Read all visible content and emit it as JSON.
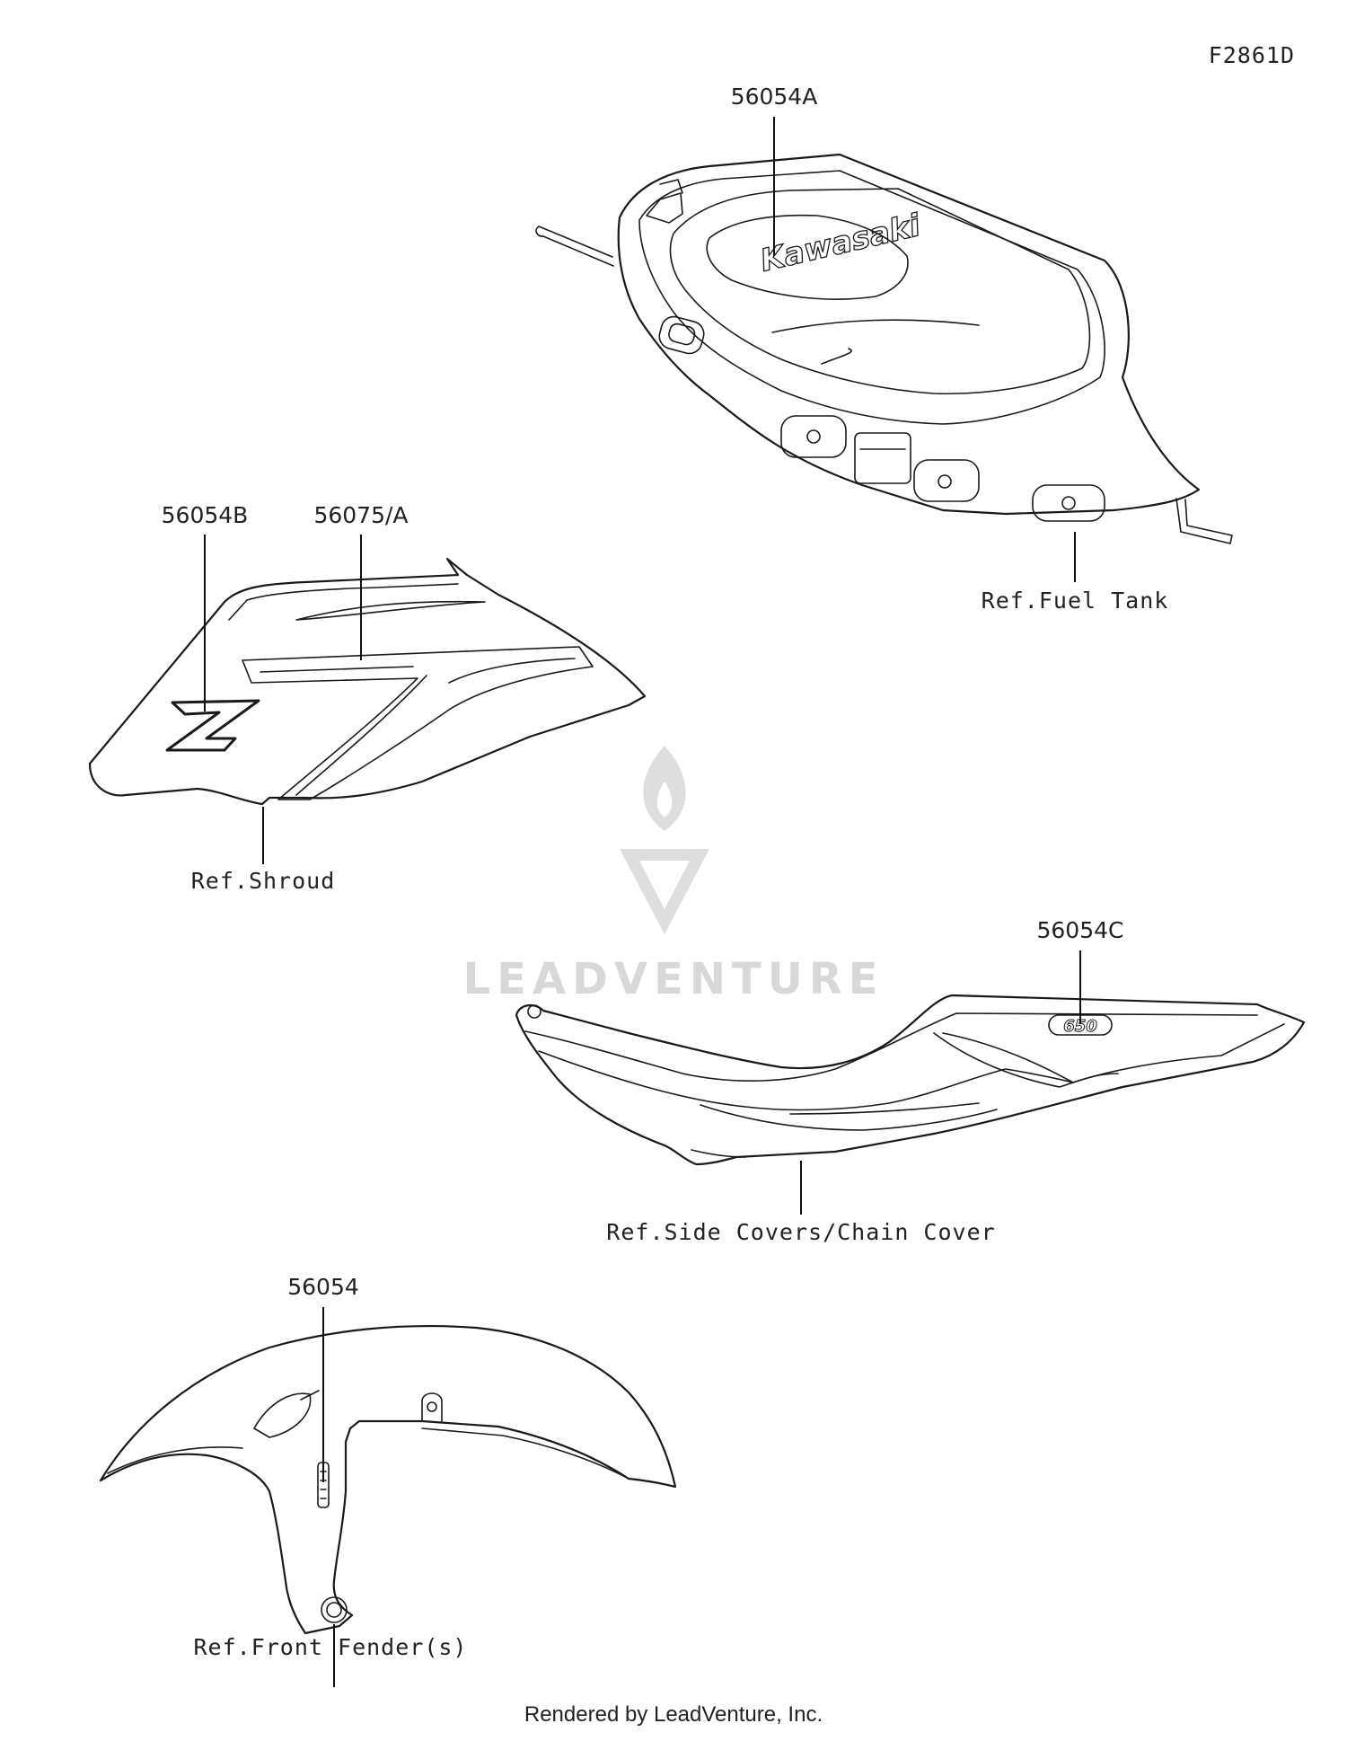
{
  "figure_id": "F2861D",
  "callouts": {
    "tank_decal": "56054A",
    "shroud_z": "56054B",
    "shroud_stripe": "56075/A",
    "side_cover": "56054C",
    "fender": "56054"
  },
  "references": {
    "fuel_tank": "Ref.Fuel Tank",
    "shroud": "Ref.Shroud",
    "side_covers": "Ref.Side Covers/Chain Cover",
    "front_fender": "Ref.Front Fender(s)"
  },
  "decal_text": {
    "tank_logo": "Kawasaki",
    "side_badge": "650"
  },
  "watermark": "LEADVENTURE",
  "footer": "Rendered by LeadVenture, Inc."
}
